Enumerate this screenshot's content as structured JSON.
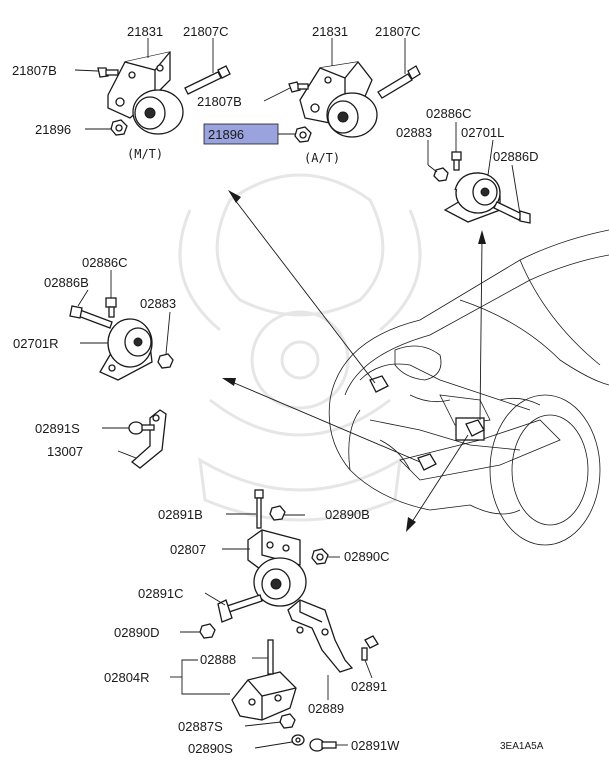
{
  "labels": {
    "p21831_mt": "21831",
    "p21807c_mt": "21807C",
    "p21807b_mt": "21807B",
    "p21896_mt": "21896",
    "cap_mt": "(M/T)",
    "p21831_at": "21831",
    "p21807c_at": "21807C",
    "p21807b_at": "21807B",
    "p21896_at": "21896",
    "cap_at": "(A/T)",
    "p02886c_r": "02886C",
    "p02883_r": "02883",
    "p02701l": "02701L",
    "p02886d": "02886D",
    "p02886c_l": "02886C",
    "p02886b": "02886B",
    "p02883_l": "02883",
    "p02701r": "02701R",
    "p02891s": "02891S",
    "p13007": "13007",
    "p02891b": "02891B",
    "p02890b": "02890B",
    "p02807": "02807",
    "p02890c": "02890C",
    "p02891c": "02891C",
    "p02890d": "02890D",
    "p02888": "02888",
    "p02804r": "02804R",
    "p02891": "02891",
    "p02889": "02889",
    "p02887s": "02887S",
    "p02890s": "02890S",
    "p02891w": "02891W",
    "ref_code": "3EA1A5A"
  },
  "highlight_color": "#9aa3de"
}
